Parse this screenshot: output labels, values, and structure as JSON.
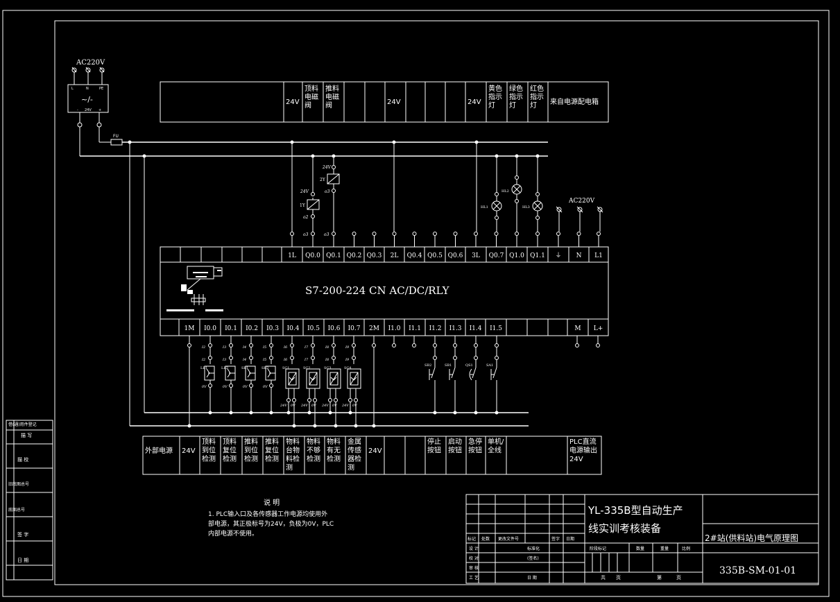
{
  "power_block": {
    "title": "AC220V",
    "terminals": [
      "L",
      "N",
      "PE"
    ],
    "symbol": "~/-",
    "dc_label": "24V",
    "minus": "-",
    "plus": "+",
    "fuse": "FU"
  },
  "top_table": [
    {
      "text": ""
    },
    {
      "text": "24V"
    },
    {
      "text": "顶料\n电磁\n阀"
    },
    {
      "text": "推料\n电磁\n阀"
    },
    {
      "text": ""
    },
    {
      "text": ""
    },
    {
      "text": "24V"
    },
    {
      "text": ""
    },
    {
      "text": ""
    },
    {
      "text": ""
    },
    {
      "text": "24V"
    },
    {
      "text": "黄色\n指示\n灯"
    },
    {
      "text": "绿色\n指示\n灯"
    },
    {
      "text": "红色\n指示\n灯"
    },
    {
      "text": "来自电源配电箱"
    }
  ],
  "plc": {
    "model": "S7-200-224 CN AC/DC/RLY",
    "outputs": [
      "1L",
      "Q0.0",
      "Q0.1",
      "Q0.2",
      "Q0.3",
      "2L",
      "Q0.4",
      "Q0.5",
      "Q0.6",
      "3L",
      "Q0.7",
      "Q1.0",
      "Q1.1",
      "⏚",
      "N",
      "L1"
    ],
    "inputs": [
      "1M",
      "I0.0",
      "I0.1",
      "I0.2",
      "I0.3",
      "I0.4",
      "I0.5",
      "I0.6",
      "I0.7",
      "2M",
      "I1.0",
      "I1.1",
      "I1.2",
      "I1.3",
      "I1.4",
      "I1.5",
      "M",
      "L+"
    ]
  },
  "output_devices": {
    "coils": [
      {
        "name": "1Y",
        "v": "24V",
        "t1": "o2",
        "t2": "o3"
      },
      {
        "name": "2Y",
        "v": "24V",
        "t1": "o3",
        "t2": "o3"
      }
    ],
    "lamps": [
      "HL1",
      "HL2",
      "HL3"
    ],
    "ac_label": "AC220V"
  },
  "input_devices": {
    "sensors": [
      {
        "name": "LB1",
        "t1": "I2",
        "t2": "I2"
      },
      {
        "name": "LB2",
        "t1": "I3",
        "t2": "I3"
      },
      {
        "name": "SB1",
        "t1": "I4",
        "t2": "I4"
      },
      {
        "name": "SB2",
        "t1": "I5",
        "t2": "I5"
      },
      {
        "name": "SC1",
        "t1": "I6",
        "t2": "I6"
      },
      {
        "name": "SC2",
        "t1": "I7",
        "t2": "I7"
      },
      {
        "name": "SC3",
        "t1": "I8",
        "t2": "I8"
      },
      {
        "name": "SC4",
        "t1": "I9",
        "t2": "I9"
      }
    ],
    "switches": [
      "SB2",
      "SB1",
      "QS1",
      "SA1"
    ],
    "small_labels": [
      "0V",
      "24V",
      "0V"
    ]
  },
  "bottom_table": [
    {
      "text": "外部电源"
    },
    {
      "text": "24V"
    },
    {
      "text": "顶料\n到位\n检测"
    },
    {
      "text": "顶料\n复位\n检测"
    },
    {
      "text": "推料\n到位\n检测"
    },
    {
      "text": "推料\n复位\n检测"
    },
    {
      "text": "物料\n台物\n料检\n测"
    },
    {
      "text": "物料\n不够\n检测"
    },
    {
      "text": "物料\n有无\n检测"
    },
    {
      "text": "金属\n传感\n器检\n测"
    },
    {
      "text": "24V"
    },
    {
      "text": ""
    },
    {
      "text": ""
    },
    {
      "text": "停止\n按钮"
    },
    {
      "text": "启动\n按钮"
    },
    {
      "text": "急停\n按钮"
    },
    {
      "text": "单机/\n全线"
    },
    {
      "text": ""
    },
    {
      "text": "PLC直流\n电源输出\n24V"
    }
  ],
  "notes": {
    "title": "说  明",
    "lines": [
      "1. PLC输入口及各传感器工作电源均使用外",
      "部电源，其正极标号为24V，负极为0V，PLC",
      "内部电源不使用。"
    ]
  },
  "left_strip": [
    "借(通)用件登记",
    "描  写",
    "描  校",
    "旧底图总号",
    "底图总号",
    "签  字",
    "日  期"
  ],
  "title_block": {
    "project": [
      "YL-335B型自动生产",
      "线实训考核装备"
    ],
    "drawing_name": "2#站(供料站)电气原理图",
    "drawing_no": "335B-SM-01-01",
    "rev_header": [
      "标记",
      "处数",
      "更改文件号",
      "签字",
      "日期"
    ],
    "roles": [
      "设  计",
      "校  对",
      "审  核",
      "工  艺"
    ],
    "std": "标准化",
    "approve": "(签名)",
    "date_label": "日  期",
    "stage_header": [
      "阶段标记",
      "数量",
      "重量",
      "比例"
    ],
    "sheets": [
      "共",
      "页",
      "第",
      "页"
    ]
  }
}
